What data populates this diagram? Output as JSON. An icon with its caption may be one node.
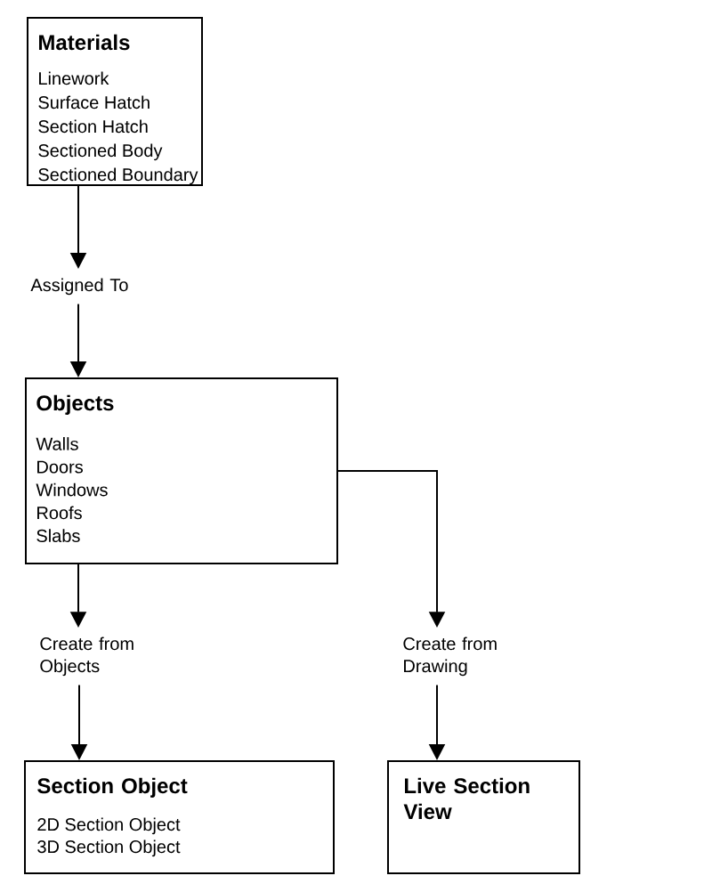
{
  "diagram": {
    "nodes": [
      {
        "text": [
          "Materials",
          "Linework",
          "Surface Hatch",
          "Section Hatch",
          "Sectioned Body",
          "Sectioned Boundary"
        ]
      },
      {
        "text": [
          "Assigned To"
        ]
      },
      {
        "text": [
          "Objects",
          "Walls",
          "Doors",
          "Windows",
          "Roofs",
          "Slabs"
        ]
      },
      {
        "text": [
          "Create from Objects"
        ]
      },
      {
        "text": [
          "Create from Drawing"
        ]
      },
      {
        "text": [
          "Section Object",
          "2D Section Object",
          "3D Section Object"
        ]
      },
      {
        "text": [
          "Live Section View"
        ]
      }
    ],
    "edges": [
      {
        "from": 0,
        "to": 1,
        "arrow": "to"
      },
      {
        "from": 1,
        "to": 2,
        "arrow": "to"
      },
      {
        "from": 2,
        "to": 3,
        "arrow": "to"
      },
      {
        "from": 2,
        "to": 4,
        "arrow": "to"
      },
      {
        "from": 3,
        "to": 5,
        "arrow": "to"
      },
      {
        "from": 4,
        "to": 6,
        "arrow": "to"
      }
    ]
  }
}
